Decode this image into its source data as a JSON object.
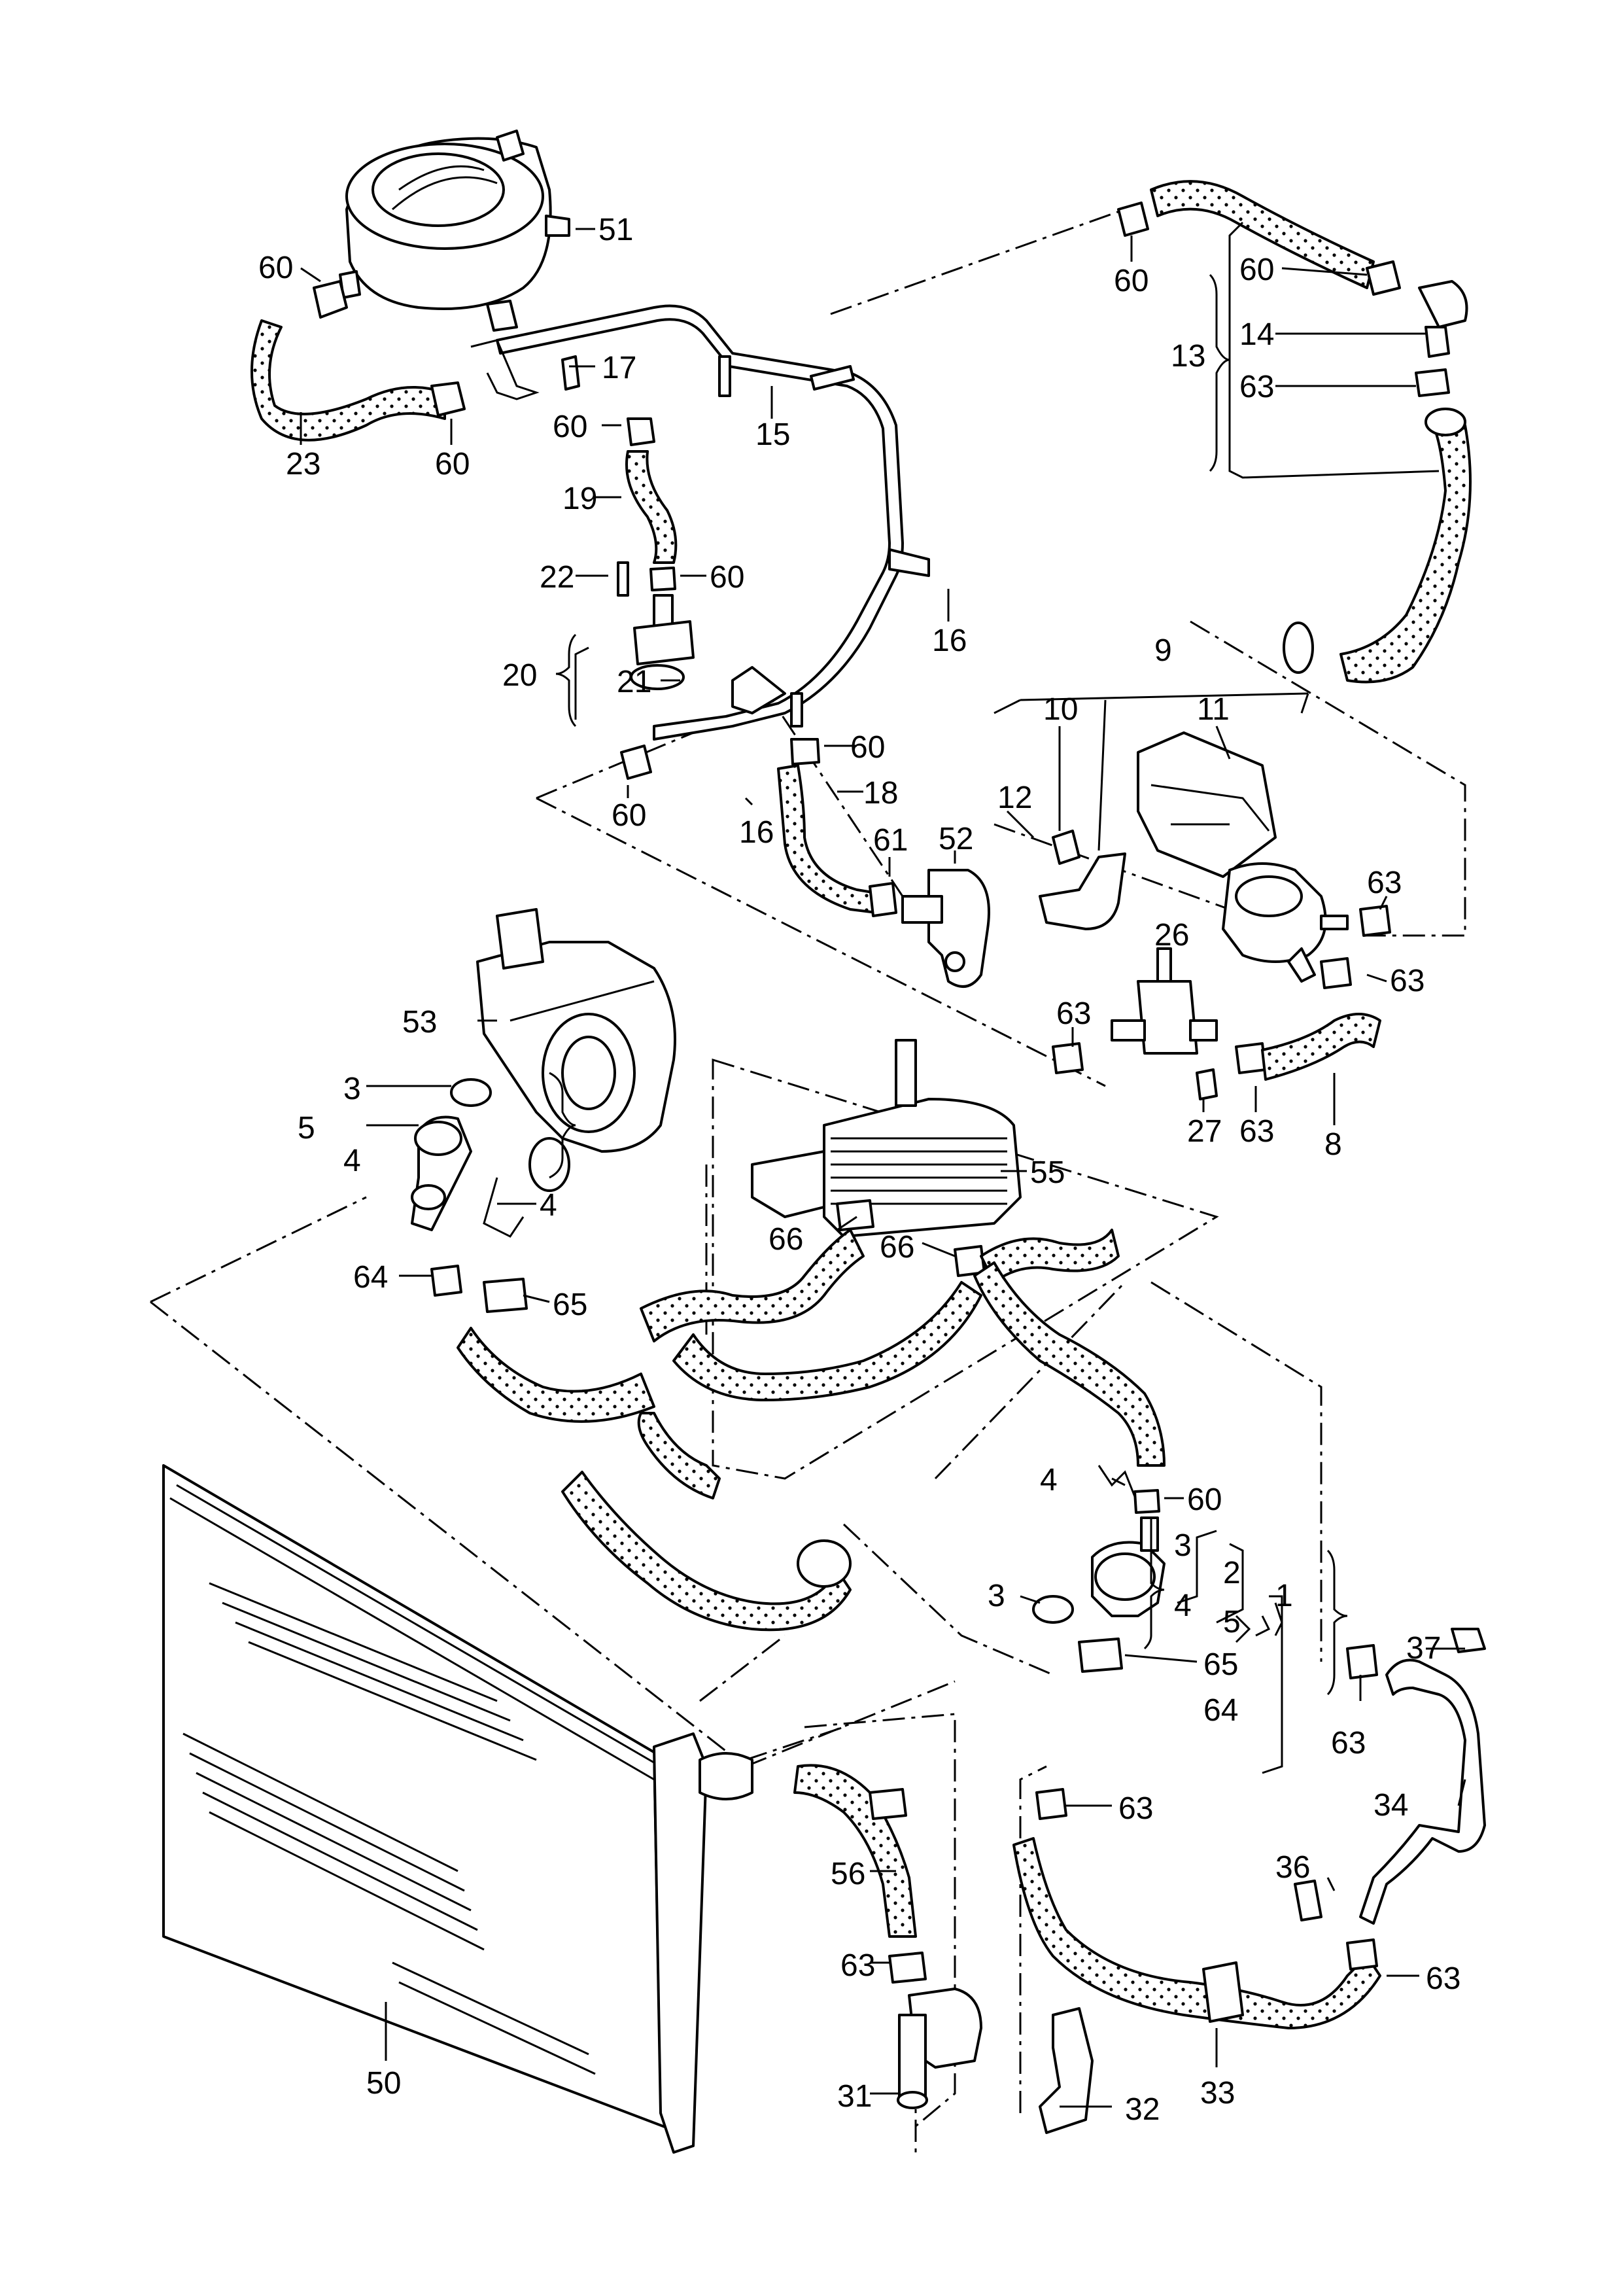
{
  "diagram": {
    "labels": [
      {
        "id": "l51",
        "text": "51"
      },
      {
        "id": "l60a",
        "text": "60"
      },
      {
        "id": "l23",
        "text": "23"
      },
      {
        "id": "l60b",
        "text": "60"
      },
      {
        "id": "l17",
        "text": "17"
      },
      {
        "id": "l60c",
        "text": "60"
      },
      {
        "id": "l15",
        "text": "15"
      },
      {
        "id": "l19",
        "text": "19"
      },
      {
        "id": "l22",
        "text": "22"
      },
      {
        "id": "l60d",
        "text": "60"
      },
      {
        "id": "l20",
        "text": "20"
      },
      {
        "id": "l21",
        "text": "21"
      },
      {
        "id": "l16a",
        "text": "16"
      },
      {
        "id": "l60e",
        "text": "60"
      },
      {
        "id": "l18",
        "text": "18"
      },
      {
        "id": "l60f",
        "text": "60"
      },
      {
        "id": "l16b",
        "text": "16"
      },
      {
        "id": "l61",
        "text": "61"
      },
      {
        "id": "l52",
        "text": "52"
      },
      {
        "id": "l60g",
        "text": "60"
      },
      {
        "id": "l60h",
        "text": "60"
      },
      {
        "id": "l13",
        "text": "13"
      },
      {
        "id": "l14",
        "text": "14"
      },
      {
        "id": "l63a",
        "text": "63"
      },
      {
        "id": "l9",
        "text": "9"
      },
      {
        "id": "l10",
        "text": "10"
      },
      {
        "id": "l11",
        "text": "11"
      },
      {
        "id": "l12",
        "text": "12"
      },
      {
        "id": "l63b",
        "text": "63"
      },
      {
        "id": "l26",
        "text": "26"
      },
      {
        "id": "l63c",
        "text": "63"
      },
      {
        "id": "l63d",
        "text": "63"
      },
      {
        "id": "l27",
        "text": "27"
      },
      {
        "id": "l63e",
        "text": "63"
      },
      {
        "id": "l8",
        "text": "8"
      },
      {
        "id": "l53",
        "text": "53"
      },
      {
        "id": "l3a",
        "text": "3"
      },
      {
        "id": "l5a",
        "text": "5"
      },
      {
        "id": "l4a",
        "text": "4"
      },
      {
        "id": "l4b",
        "text": "4"
      },
      {
        "id": "l55",
        "text": "55"
      },
      {
        "id": "l66a",
        "text": "66"
      },
      {
        "id": "l66b",
        "text": "66"
      },
      {
        "id": "l64a",
        "text": "64"
      },
      {
        "id": "l65a",
        "text": "65"
      },
      {
        "id": "l4c",
        "text": "4"
      },
      {
        "id": "l60i",
        "text": "60"
      },
      {
        "id": "l3b",
        "text": "3"
      },
      {
        "id": "l2",
        "text": "2"
      },
      {
        "id": "l1",
        "text": "1"
      },
      {
        "id": "l3c",
        "text": "3"
      },
      {
        "id": "l4d",
        "text": "4"
      },
      {
        "id": "l5b",
        "text": "5"
      },
      {
        "id": "l65b",
        "text": "65"
      },
      {
        "id": "l64b",
        "text": "64"
      },
      {
        "id": "l37",
        "text": "37"
      },
      {
        "id": "l63f",
        "text": "63"
      },
      {
        "id": "l34",
        "text": "34"
      },
      {
        "id": "l63g",
        "text": "63"
      },
      {
        "id": "l36",
        "text": "36"
      },
      {
        "id": "l63h",
        "text": "63"
      },
      {
        "id": "l56",
        "text": "56"
      },
      {
        "id": "l63i",
        "text": "63"
      },
      {
        "id": "l33",
        "text": "33"
      },
      {
        "id": "l31",
        "text": "31"
      },
      {
        "id": "l32",
        "text": "32"
      },
      {
        "id": "l50",
        "text": "50"
      }
    ]
  }
}
